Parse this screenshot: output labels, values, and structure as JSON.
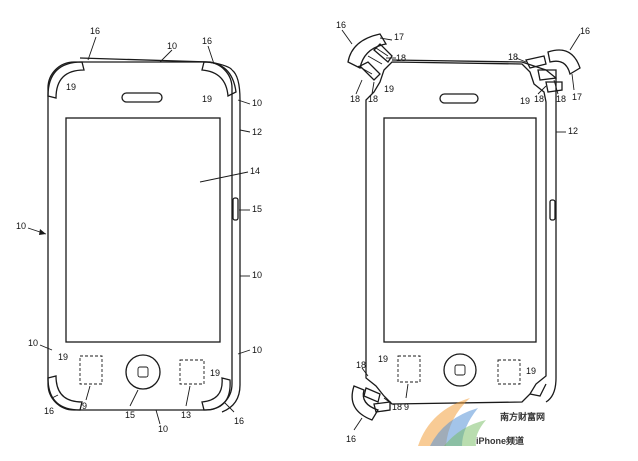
{
  "labels": {
    "n9": "9",
    "n10": "10",
    "n12": "12",
    "n13": "13",
    "n14": "14",
    "n15": "15",
    "n16": "16",
    "n17": "17",
    "n18": "18",
    "n19": "19"
  },
  "watermark": {
    "text_cn": "南方财富网",
    "brand": "iPhone频道",
    "colors": {
      "orange": "#f29a2e",
      "blue": "#3a7fd0",
      "green": "#5bb043"
    }
  }
}
